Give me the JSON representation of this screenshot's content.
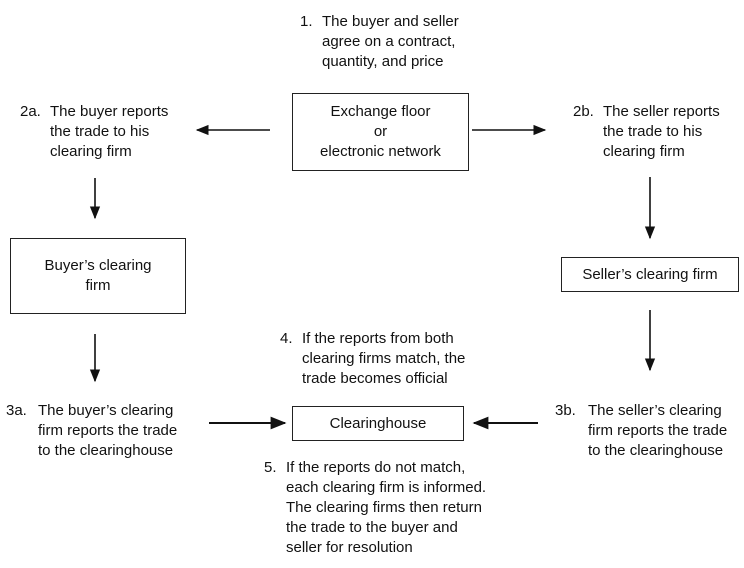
{
  "steps": {
    "s1": {
      "number": "1.",
      "lines": [
        "The buyer and seller",
        "agree on a contract,",
        "quantity, and price"
      ]
    },
    "s2a": {
      "number": "2a.",
      "lines": [
        "The buyer reports",
        "the trade to his",
        "clearing firm"
      ]
    },
    "s2b": {
      "number": "2b.",
      "lines": [
        "The seller reports",
        "the trade to his",
        "clearing firm"
      ]
    },
    "s3a": {
      "number": "3a.",
      "lines": [
        "The buyer’s clearing",
        "firm reports the trade",
        "to the clearinghouse"
      ]
    },
    "s3b": {
      "number": "3b.",
      "lines": [
        "The seller’s clearing",
        "firm reports the trade",
        "to the clearinghouse"
      ]
    },
    "s4": {
      "number": "4.",
      "lines": [
        "If the reports from both",
        "clearing firms match, the",
        "trade becomes official"
      ]
    },
    "s5": {
      "number": "5.",
      "lines": [
        "If the reports do not match,",
        "each clearing firm is informed.",
        "The clearing firms then return",
        "the trade to the buyer and",
        "seller for resolution"
      ]
    }
  },
  "boxes": {
    "exchange": [
      "Exchange floor",
      "or",
      "electronic network"
    ],
    "buyer_firm": [
      "Buyer’s clearing",
      "firm"
    ],
    "seller_firm": [
      "Seller’s clearing firm"
    ],
    "clearinghouse": [
      "Clearinghouse"
    ]
  }
}
